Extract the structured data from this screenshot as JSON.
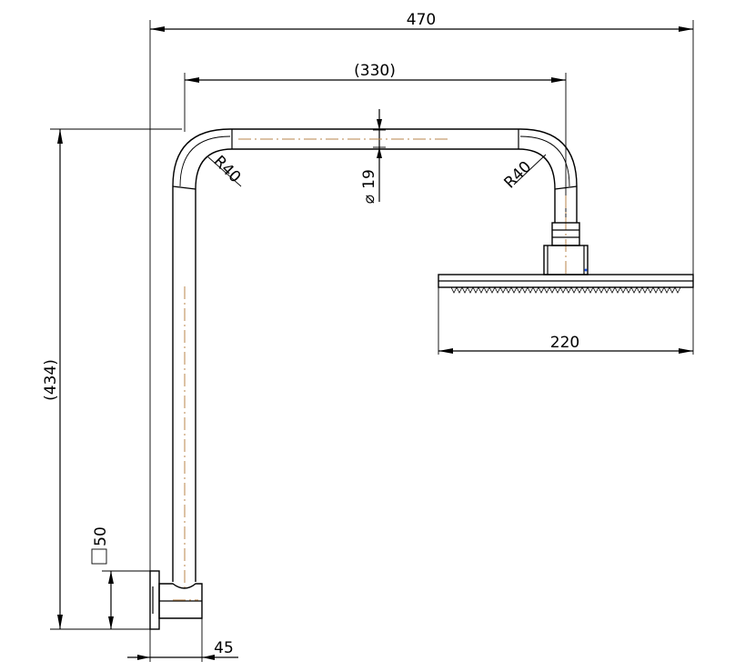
{
  "dimensions": {
    "overall_width": "470",
    "arm_span": "(330)",
    "head_diameter": "220",
    "overall_height": "(434)",
    "pipe_diameter": "19",
    "pipe_diameter_symbol": "⌀",
    "bend_radius_left": "R40",
    "bend_radius_right": "R40",
    "wall_flange": "50",
    "wall_flange_symbol": "□",
    "wall_offset": "45"
  }
}
